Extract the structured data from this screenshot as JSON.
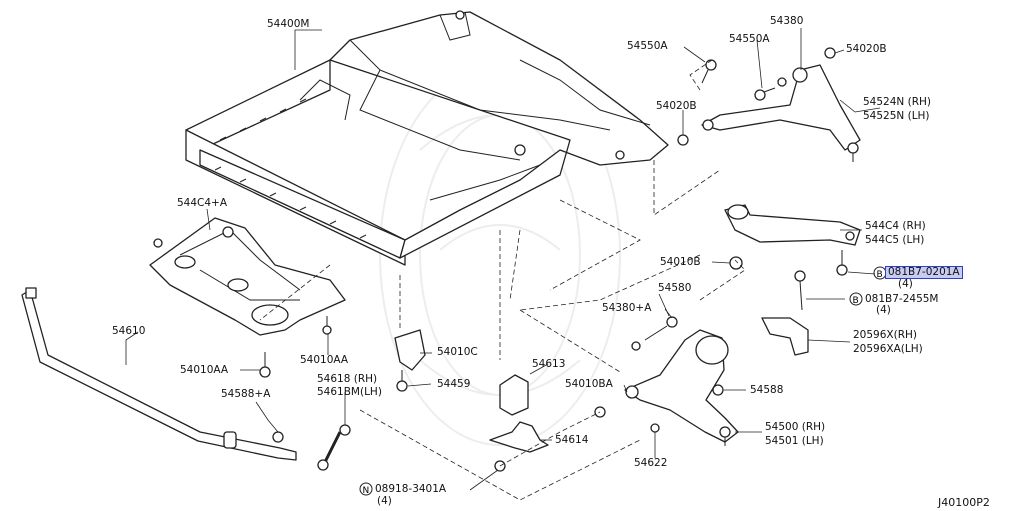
{
  "diagram_code": "J40100P2",
  "labels": {
    "l54400M": "54400M",
    "l54550A_1": "54550A",
    "l54550A_2": "54550A",
    "l54380": "54380",
    "l54020B_1": "54020B",
    "l54020B_2": "54020B",
    "l54524N": "54524N (RH)",
    "l54525N": "54525N (LH)",
    "l544C4A": "544C4+A",
    "l544C4": "544C4 (RH)",
    "l544C5": "544C5 (LH)",
    "l54010B": "54010B",
    "l081B7_0201A": "081B7-0201A",
    "l081B7_0201A_qty": "(4)",
    "l081B7_2455M": "081B7-2455M",
    "l081B7_2455M_qty": "(4)",
    "l54580": "54580",
    "l54380A": "54380+A",
    "l20596X": "20596X(RH)",
    "l20596XA": "20596XA(LH)",
    "l54610": "54610",
    "l54010AA_1": "54010AA",
    "l54010AA_2": "54010AA",
    "l54010C": "54010C",
    "l54613": "54613",
    "l54618": "54618 (RH)",
    "l54618M": "5461BM(LH)",
    "l54459": "54459",
    "l54010BA": "54010BA",
    "l54588": "54588",
    "l54588A": "54588+A",
    "l54614": "54614",
    "l54500": "54500 (RH)",
    "l54501": "54501 (LH)",
    "l54622": "54622",
    "l08918": "08918-3401A",
    "l08918_qty": "(4)"
  },
  "circle_markers": {
    "b1": "B",
    "b2": "B",
    "n1": "N"
  }
}
